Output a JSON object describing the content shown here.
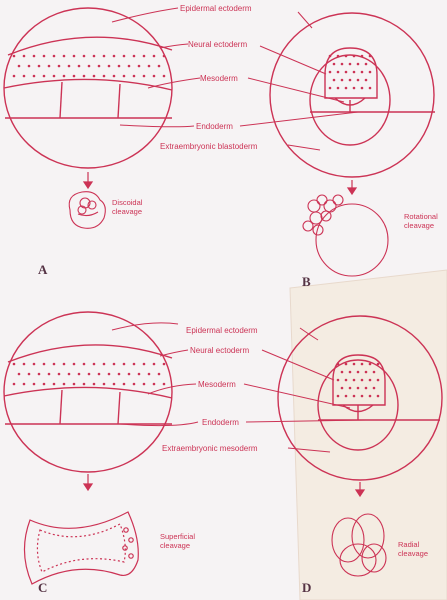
{
  "colors": {
    "ink": "#cc3355",
    "paper": "#f6f3f4",
    "overlay": "#f4ece2",
    "caption": "#553344"
  },
  "labels": {
    "a_epidermal_ectoderm": "Epidermal ectoderm",
    "a_neural_ectoderm": "Neural ectoderm",
    "a_mesoderm": "Mesoderm",
    "a_endoderm": "Endoderm",
    "a_extraembryonic": "Extraembryonic blastoderm",
    "c_epidermal_ectoderm": "Epidermal ectoderm",
    "c_neural_ectoderm": "Neural ectoderm",
    "c_mesoderm": "Mesoderm",
    "c_endoderm": "Endoderm",
    "c_extraembryonic": "Extraembryonic mesoderm"
  },
  "cleavage": {
    "a_line1": "Discoidal",
    "a_line2": "cleavage",
    "b_line1": "Rotational",
    "b_line2": "cleavage",
    "c_line1": "Superficial",
    "c_line2": "cleavage",
    "d_line1": "Radial",
    "d_line2": "cleavage"
  },
  "panels": {
    "a": "A",
    "b": "B",
    "c": "C",
    "d": "D"
  }
}
